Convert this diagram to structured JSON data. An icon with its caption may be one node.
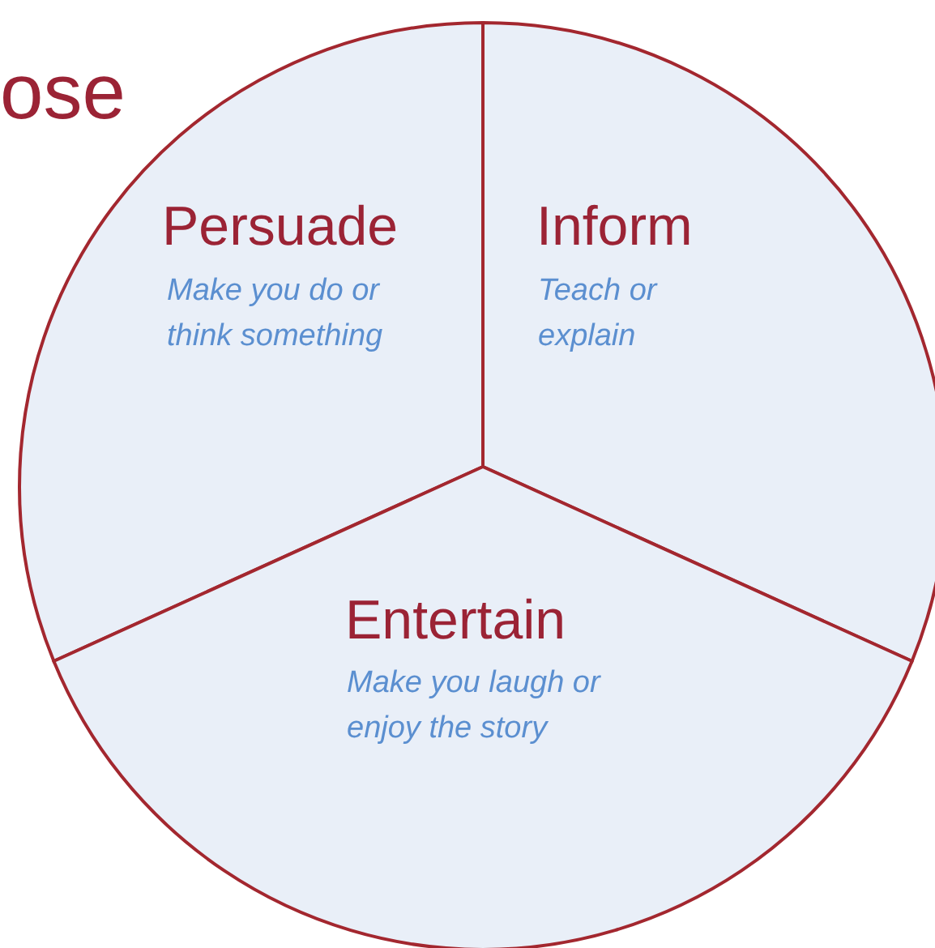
{
  "diagram": {
    "title": "ose",
    "nodes": [
      {
        "text": [
          "Persuade",
          "Make you do or think something"
        ]
      },
      {
        "text": [
          "Inform",
          "Teach or explain"
        ]
      },
      {
        "text": [
          "Entertain",
          "Make you laugh or enjoy the story"
        ]
      }
    ]
  }
}
